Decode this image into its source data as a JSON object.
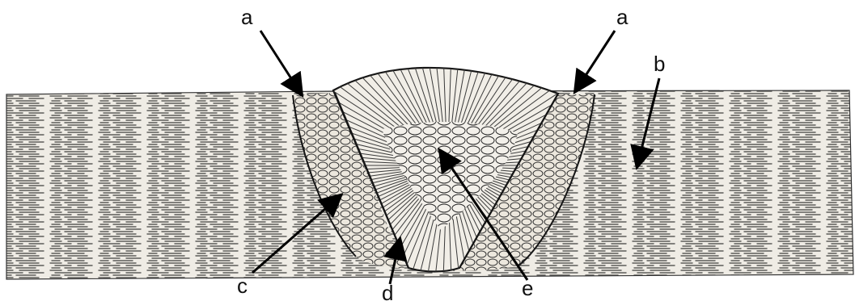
{
  "labels": {
    "a_left": "a",
    "a_right": "a",
    "b": "b",
    "c": "c",
    "d": "d",
    "e": "e"
  },
  "colors": {
    "plate": "#efece5",
    "plate_grain": "#2b2b2b",
    "haz": "#ece7dd",
    "weld": "#f1eee7",
    "outline": "#151515",
    "arrow": "#000000",
    "text": "#111111"
  }
}
